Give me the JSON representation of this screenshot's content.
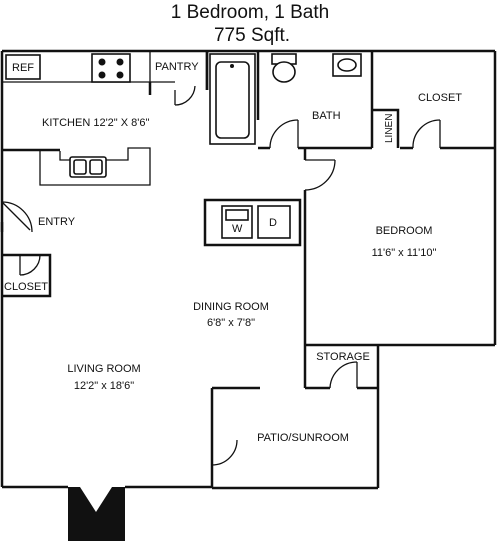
{
  "header": {
    "title": "1 Bedroom, 1 Bath",
    "area": "775 Sqft."
  },
  "rooms": {
    "kitchen": "KITCHEN 12'2\" X 8'6\"",
    "pantry": "PANTRY",
    "bath": "BATH",
    "closet_bedroom": "CLOSET",
    "linen": "LINEN",
    "entry": "ENTRY",
    "closet_entry": "CLOSET",
    "bedroom_name": "BEDROOM",
    "bedroom_size": "11'6\" x 11'10\"",
    "dining_name": "DINING ROOM",
    "dining_size": "6'8\" x 7'8\"",
    "living_name": "LIVING ROOM",
    "living_size": "12'2\" x 18'6\"",
    "storage": "STORAGE",
    "patio": "PATIO/SUNROOM"
  },
  "fixtures": {
    "ref": "REF",
    "washer": "W",
    "dryer": "D"
  },
  "colors": {
    "line": "#111111",
    "background": "#ffffff"
  }
}
